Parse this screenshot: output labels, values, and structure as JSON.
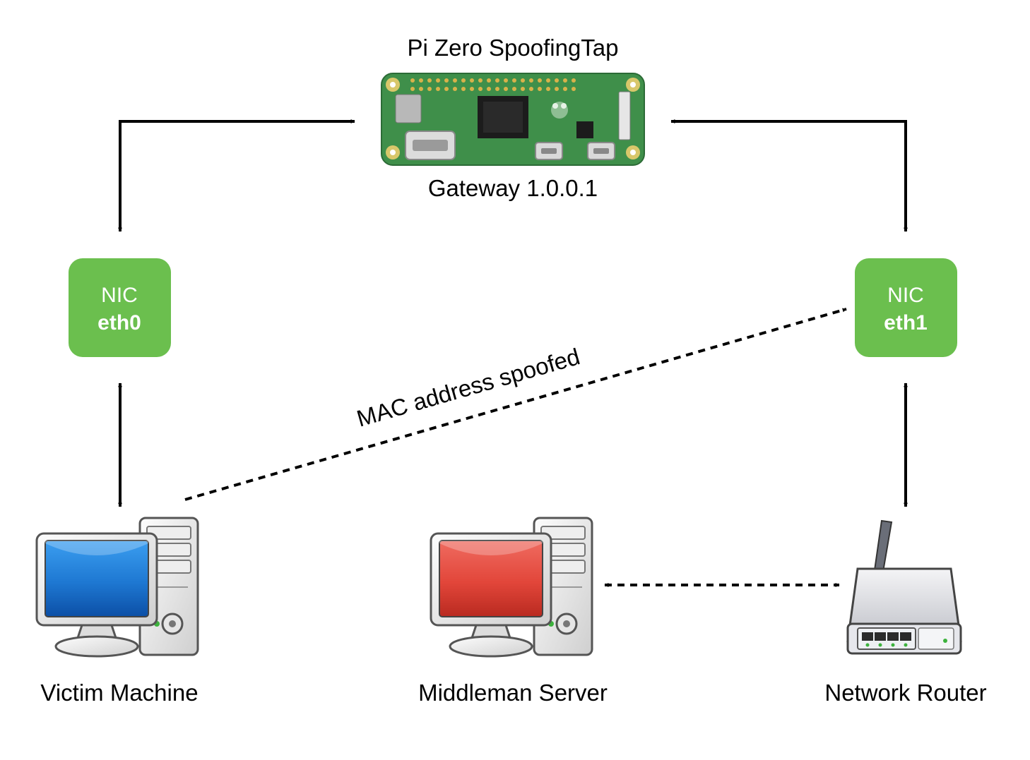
{
  "colors": {
    "nic_green": "#6bbf4e",
    "arrow": "#000000",
    "victim_screen": "#1e78d2",
    "middleman_screen": "#e2463a",
    "pcb": "#3f8f4a"
  },
  "gateway": {
    "title": "Pi Zero SpoofingTap",
    "subtitle": "Gateway 1.0.0.1",
    "icon": "raspberry-pi-zero-board"
  },
  "nics": [
    {
      "title": "NIC",
      "iface": "eth0"
    },
    {
      "title": "NIC",
      "iface": "eth1"
    }
  ],
  "nodes": {
    "victim": {
      "label": "Victim Machine",
      "icon": "desktop-computer-blue-screen"
    },
    "middleman": {
      "label": "Middleman Server",
      "icon": "desktop-computer-red-screen"
    },
    "router": {
      "label": "Network Router",
      "icon": "wireless-router"
    }
  },
  "edges": {
    "spoof_label": "MAC address spoofed"
  }
}
